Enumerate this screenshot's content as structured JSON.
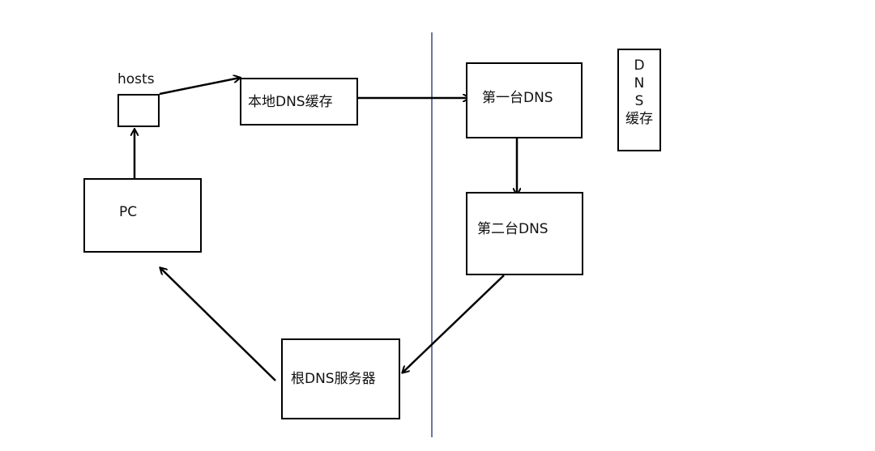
{
  "diagram": {
    "hosts_label": "hosts",
    "pc_label": "PC",
    "local_cache_label": "本地DNS缓存",
    "first_dns_label": "第一台DNS",
    "second_dns_label": "第二台DNS",
    "root_dns_label": "根DNS服务器",
    "dns_cache_side_lines": [
      "D",
      "N",
      "S",
      "缓存"
    ]
  }
}
